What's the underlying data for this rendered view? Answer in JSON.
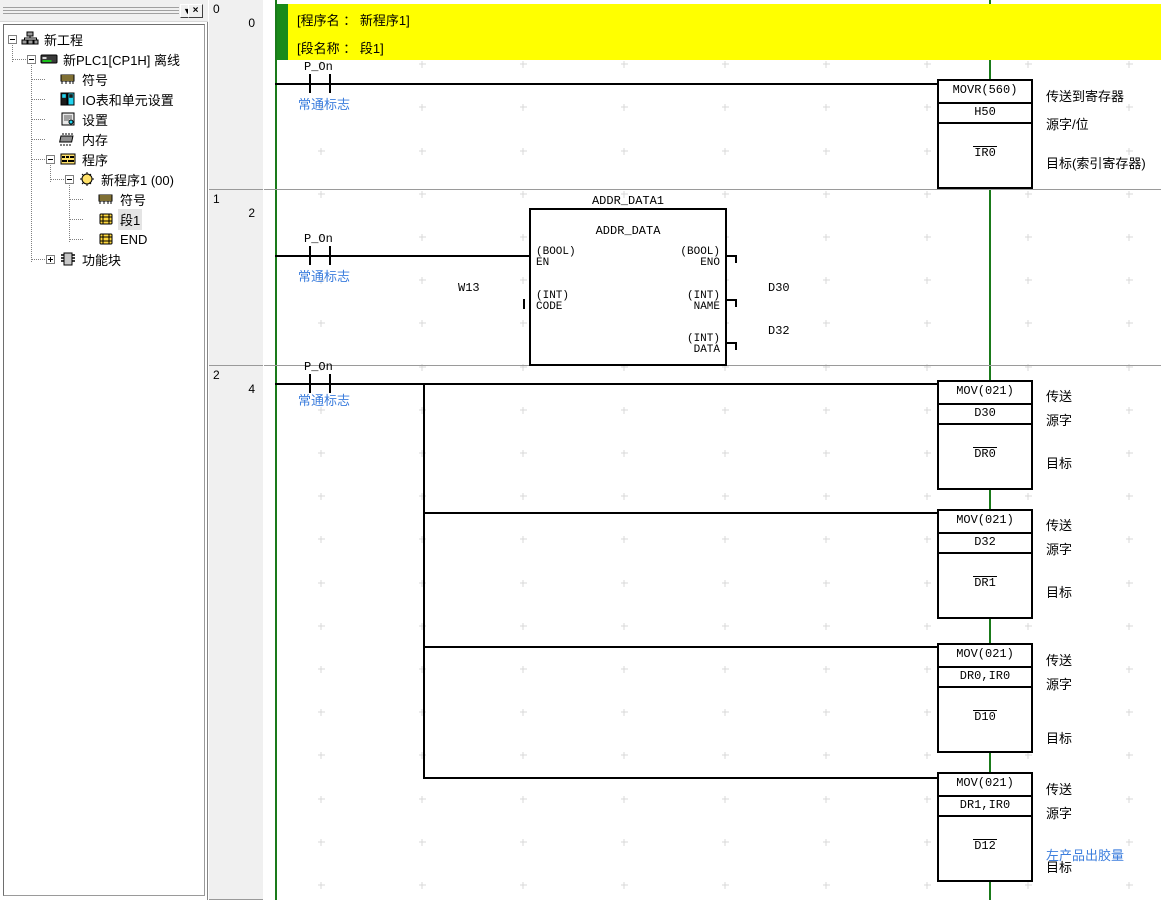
{
  "window": {
    "title": "",
    "dropdown_label": "▼",
    "close_label": "×"
  },
  "tree": {
    "nodes": [
      {
        "label": "新工程",
        "icon": "project-icon",
        "depth": 0,
        "expander": "minus",
        "selected": false
      },
      {
        "label": "新PLC1[CP1H] 离线",
        "icon": "plc-icon",
        "depth": 1,
        "expander": "minus",
        "selected": false
      },
      {
        "label": "符号",
        "icon": "symbol-table-icon",
        "depth": 2,
        "expander": "none",
        "selected": false
      },
      {
        "label": "IO表和单元设置",
        "icon": "io-table-icon",
        "depth": 2,
        "expander": "none",
        "selected": false
      },
      {
        "label": "设置",
        "icon": "settings-icon",
        "depth": 2,
        "expander": "none",
        "selected": false
      },
      {
        "label": "内存",
        "icon": "memory-icon",
        "depth": 2,
        "expander": "none",
        "selected": false
      },
      {
        "label": "程序",
        "icon": "programs-icon",
        "depth": 2,
        "expander": "minus",
        "selected": false
      },
      {
        "label": "新程序1 (00)",
        "icon": "program-icon",
        "depth": 3,
        "expander": "minus",
        "selected": false
      },
      {
        "label": "符号",
        "icon": "symbol-table-icon",
        "depth": 4,
        "expander": "none",
        "selected": false
      },
      {
        "label": "段1",
        "icon": "section-icon",
        "depth": 4,
        "expander": "none",
        "selected": true
      },
      {
        "label": "END",
        "icon": "section-icon",
        "depth": 4,
        "expander": "none",
        "selected": false
      },
      {
        "label": "功能块",
        "icon": "function-block-icon",
        "depth": 2,
        "expander": "plus",
        "selected": false
      }
    ]
  },
  "ladder": {
    "header": {
      "program_line": "[程序名 ： 新程序1]",
      "section_line": "[段名称 ： 段1]"
    },
    "rungs": [
      {
        "index": "0",
        "step": "0"
      },
      {
        "index": "1",
        "step": "2"
      },
      {
        "index": "2",
        "step": "4"
      }
    ],
    "contacts": [
      {
        "name": "P_On",
        "comment": "常通标志"
      },
      {
        "name": "P_On",
        "comment": "常通标志"
      },
      {
        "name": "P_On",
        "comment": "常通标志"
      }
    ],
    "instructions": [
      {
        "mnemonic": "MOVR(560)",
        "operand1": "H50",
        "operand2": "IR0",
        "operand2_overline": true,
        "annot_title": "传送到寄存器",
        "annot_src": "源字/位",
        "annot_dst": "目标(索引寄存器)",
        "annot_dst_comment": ""
      },
      {
        "mnemonic": "MOV(021)",
        "operand1": "D30",
        "operand2": "DR0",
        "operand2_overline": true,
        "annot_title": "传送",
        "annot_src": "源字",
        "annot_dst": "目标",
        "annot_dst_comment": ""
      },
      {
        "mnemonic": "MOV(021)",
        "operand1": "D32",
        "operand2": "DR1",
        "operand2_overline": true,
        "annot_title": "传送",
        "annot_src": "源字",
        "annot_dst": "目标",
        "annot_dst_comment": ""
      },
      {
        "mnemonic": "MOV(021)",
        "operand1": "DR0,IR0",
        "operand2": "D10",
        "operand2_overline": true,
        "annot_title": "传送",
        "annot_src": "源字",
        "annot_dst": "目标",
        "annot_dst_comment": ""
      },
      {
        "mnemonic": "MOV(021)",
        "operand1": "DR1,IR0",
        "operand2": "D12",
        "operand2_overline": true,
        "annot_title": "传送",
        "annot_src": "源字",
        "annot_dst": "目标",
        "annot_dst_comment": "左产品出胶量"
      }
    ],
    "function_block": {
      "instance_name": "ADDR_DATA1",
      "type_name": "ADDR_DATA",
      "inputs": [
        {
          "type": "(BOOL)",
          "name": "EN",
          "param": ""
        },
        {
          "type": "(INT)",
          "name": "CODE",
          "param": "W13"
        }
      ],
      "outputs": [
        {
          "type": "(BOOL)",
          "name": "ENO",
          "param": ""
        },
        {
          "type": "(INT)",
          "name": "NAME",
          "param": "D30"
        },
        {
          "type": "(INT)",
          "name": "DATA",
          "param": "D32"
        }
      ]
    }
  },
  "colors": {
    "rail_green": "#1a7a1a",
    "header_yellow": "#ffff00",
    "header_green": "#1a8a1a",
    "comment_blue": "#3b7ddd",
    "selection_gray": "#e4e4e4"
  }
}
